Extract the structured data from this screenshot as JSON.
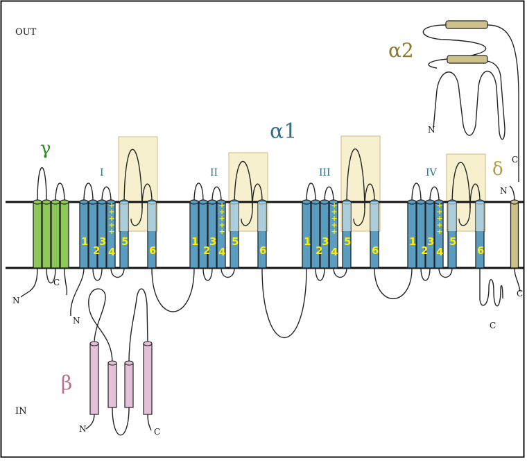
{
  "labels": {
    "out": "OUT",
    "in": "IN",
    "gamma": "γ",
    "alpha1": "α1",
    "alpha2": "α2",
    "beta": "β",
    "delta": "δ"
  },
  "domains": [
    {
      "name": "I",
      "segments": [
        "1",
        "2",
        "3",
        "4",
        "5",
        "6"
      ],
      "s4_charges": "+++++"
    },
    {
      "name": "II",
      "segments": [
        "1",
        "2",
        "3",
        "4",
        "5",
        "6"
      ],
      "s4_charges": "+++++"
    },
    {
      "name": "III",
      "segments": [
        "1",
        "2",
        "3",
        "4",
        "5",
        "6"
      ],
      "s4_charges": "+++++"
    },
    {
      "name": "IV",
      "segments": [
        "1",
        "2",
        "3",
        "4",
        "5",
        "6"
      ],
      "s4_charges": "+++++"
    }
  ],
  "termini": {
    "gamma_n": "N",
    "gamma_c": "C",
    "alpha1_n": "N",
    "alpha1_c": "C",
    "alpha2_n": "N",
    "alpha2_c": "C",
    "delta_n": "N",
    "delta_c": "C",
    "beta_n": "N",
    "beta_c": "C"
  },
  "colors": {
    "membrane": "#111111",
    "gamma": "#8dc95a",
    "alpha1": "#5b9dc0",
    "pore_box": "#f6f0cf",
    "alpha2_delta": "#cdc38a",
    "beta": "#e4bfd8",
    "label_gamma": "#2e8a24",
    "label_alpha1": "#2f6f8e",
    "label_alpha2": "#8a7a2e",
    "label_beta": "#b5708f",
    "label_delta": "#b99a3e",
    "segment_numbers": "#ffee00"
  }
}
